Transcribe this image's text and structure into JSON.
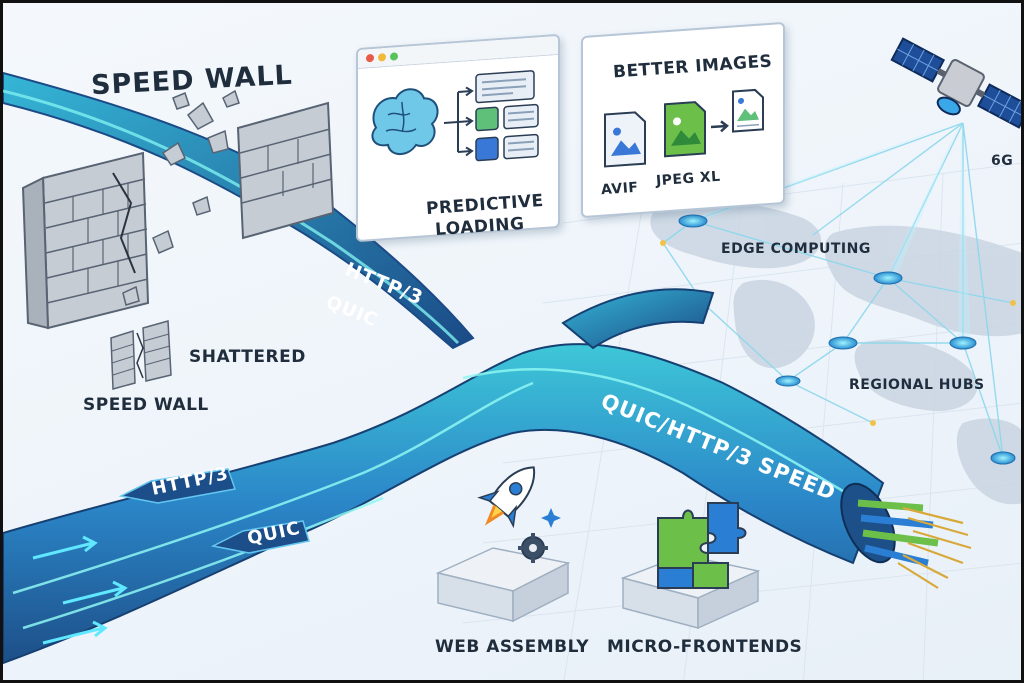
{
  "title": "SPEED WALL",
  "predictive": {
    "line1": "PREDICTIVE",
    "line2": "LOADING"
  },
  "images": {
    "title": "BETTER IMAGES",
    "avif": "AVIF",
    "jpegxl": "JPEG XL"
  },
  "network": {
    "sixg": "6G",
    "edge": "EDGE COMPUTING",
    "regional": "REGIONAL HUBS"
  },
  "wall": {
    "shattered": "SHATTERED",
    "speed_wall": "SPEED WALL"
  },
  "pipe": {
    "upper_http3": "HTTP/3",
    "upper_quic": "QUIC",
    "main": "QUIC/HTTP/3 SPEED",
    "lower_http3": "HTTP/3",
    "lower_quic": "QUIC"
  },
  "tiles": {
    "wasm": "WEB ASSEMBLY",
    "micro": "MICRO-FRONTENDS"
  },
  "colors": {
    "pipe_dark": "#1f5f9e",
    "pipe_light": "#3ec7d8",
    "accent": "#2a7fd4",
    "green": "#6cc04a"
  }
}
